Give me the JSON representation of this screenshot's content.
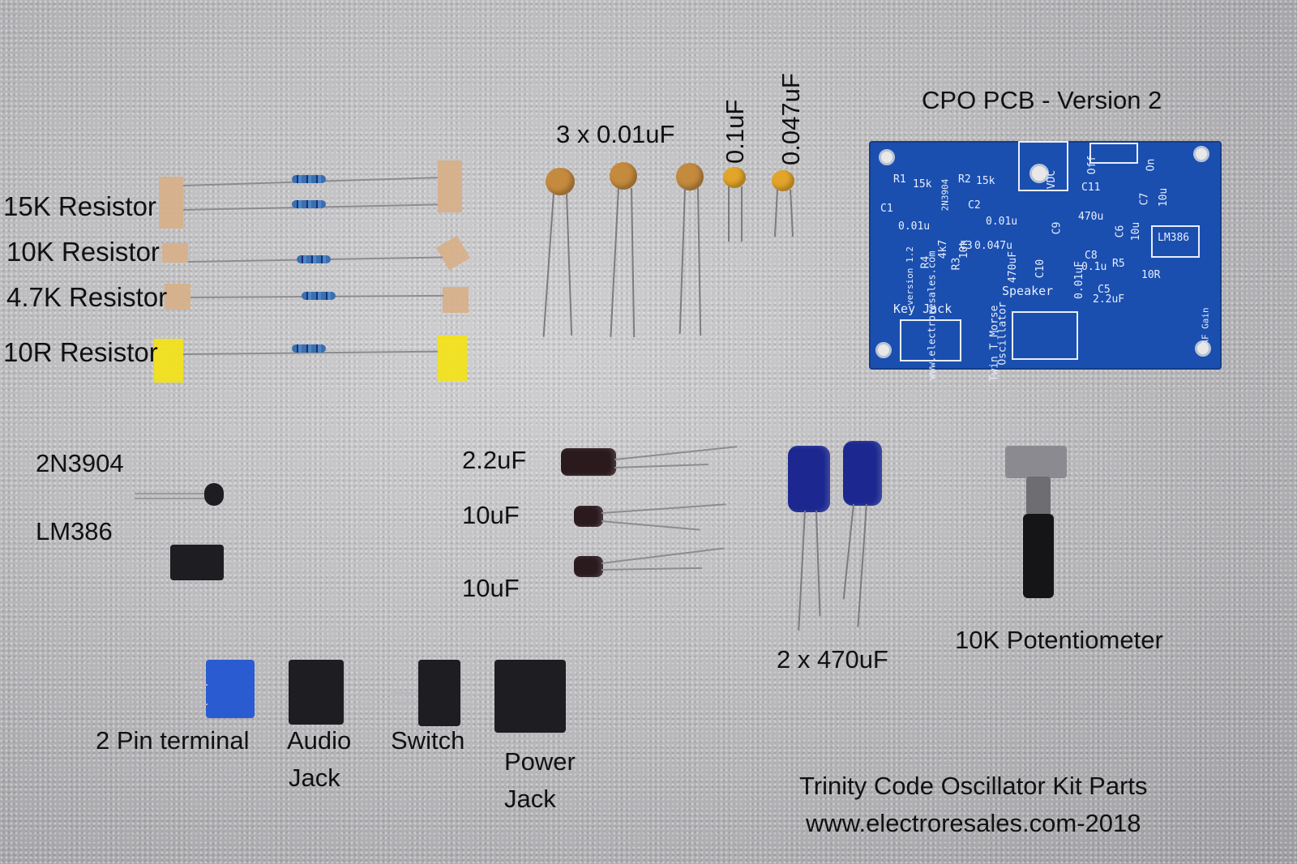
{
  "labels": {
    "r15k": "15K Resistor",
    "r10k": "10K Resistor",
    "r4k7": "4.7K Resistor",
    "r10r": "10R Resistor",
    "cap001": "3 x 0.01uF",
    "cap01": "0.1uF",
    "cap0047": "0.047uF",
    "pcb_title": "CPO PCB - Version 2",
    "transistor": "2N3904",
    "ic": "LM386",
    "cap22": "2.2uF",
    "cap10a": "10uF",
    "cap10b": "10uF",
    "cap470": "2 x 470uF",
    "pot": "10K Potentiometer",
    "terminal": "2 Pin terminal",
    "audio1": "Audio",
    "audio2": "Jack",
    "switch": "Switch",
    "power1": "Power",
    "power2": "Jack",
    "footer1": "Trinity Code Oscillator Kit Parts",
    "footer2": "www.electroresales.com-2018"
  },
  "pcb_silk": {
    "vdc": "VDC",
    "off": "Off",
    "on": "On",
    "r1": "R1",
    "r2": "R2",
    "r15k": "15k",
    "t1": "2N3904",
    "c1": "C1",
    "c2": "C2",
    "c1v": "0.01u",
    "c2v": "0.01u",
    "c3": "C3",
    "c3v": "0.047u",
    "r4": "R4",
    "r4v": "4k7",
    "r3": "R3",
    "r3v": "10k",
    "c11": "C11",
    "c11v": "470u",
    "c7": "C7",
    "c7v": "10u",
    "c6": "C6",
    "c6v": "10u",
    "lm": "LM386",
    "c10": "C10",
    "c10v": "470uF",
    "c9": "C9",
    "c9v": "0.01uF",
    "c8": "C8",
    "c8v": "0.1u",
    "r5": "R5",
    "r5v": "10R",
    "c5": "C5",
    "c5v": "2.2uF",
    "speaker": "Speaker",
    "keyjack": "Key Jack",
    "osc": "Twin T Morse",
    "osc2": "Oscillator",
    "web": "www.electroresales.com",
    "ver": "version 1.2",
    "af": "AF Gain"
  },
  "colors": {
    "pcb": "#1a4fb0",
    "silk": "#e8eefc",
    "tape": "#d7b08a",
    "yellow_tape": "#f2e21c"
  }
}
